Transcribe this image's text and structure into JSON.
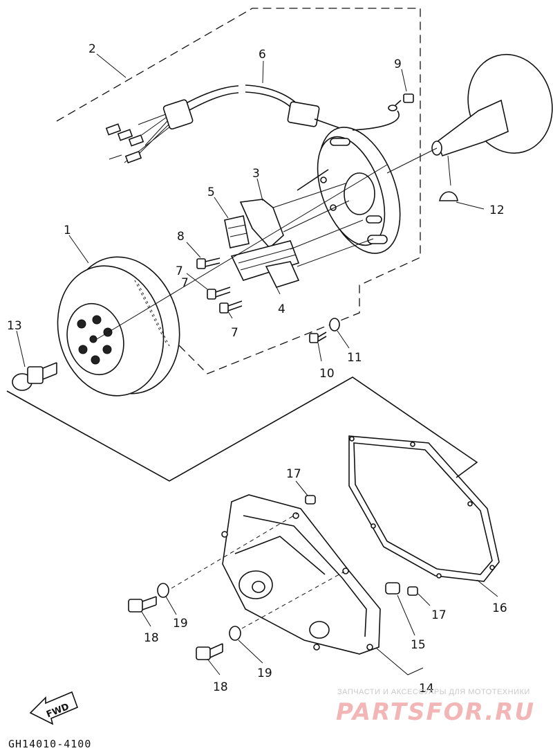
{
  "diagram": {
    "part_labels": [
      "1",
      "2",
      "3",
      "4",
      "5",
      "6",
      "7",
      "7",
      "7",
      "8",
      "9",
      "10",
      "11",
      "12",
      "13",
      "14",
      "15",
      "16",
      "17",
      "17",
      "18",
      "18",
      "19",
      "19"
    ],
    "forward_arrow": "FWD",
    "drawing_code": "GH14010-4100"
  },
  "watermark": {
    "caption": "ЗАПЧАСТИ И АКСЕССУАРЫ ДЛЯ МОТОТЕХНИКИ",
    "brand": "PARTSFOR.RU"
  }
}
